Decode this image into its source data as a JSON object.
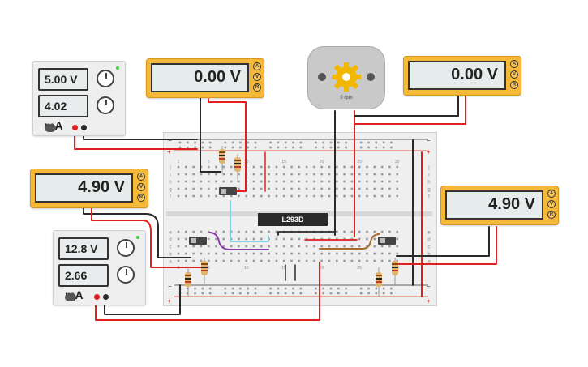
{
  "psu_top": {
    "voltage": "5.00 V",
    "current": "4.02 mA"
  },
  "psu_bottom": {
    "voltage": "12.8 V",
    "current": "2.66 mA"
  },
  "mm_top_left": {
    "reading": "0.00 V"
  },
  "mm_top_right": {
    "reading": "0.00 V"
  },
  "mm_mid_left": {
    "reading": "4.90 V"
  },
  "mm_mid_right": {
    "reading": "4.90 V"
  },
  "mm_buttons": {
    "a": "A",
    "v": "V",
    "r": "R"
  },
  "motor": {
    "speed": "0 rpm"
  },
  "chip": {
    "label": "L293D"
  },
  "breadboard": {
    "row_letters_top": [
      "j",
      "i",
      "h",
      "g",
      "f"
    ],
    "row_letters_bottom": [
      "e",
      "d",
      "c",
      "b",
      "a"
    ],
    "column_numbers": [
      "1",
      "5",
      "10",
      "15",
      "20",
      "25",
      "30"
    ],
    "plus_sign": "+",
    "minus_sign": "−"
  },
  "colors": {
    "wire_red": "#e02020",
    "wire_black": "#2a2a2a",
    "wire_cyan": "#7fd3e0",
    "wire_purple": "#8a3aa8",
    "wire_brown": "#a86a2a",
    "meter_orange": "#f5b93a"
  }
}
